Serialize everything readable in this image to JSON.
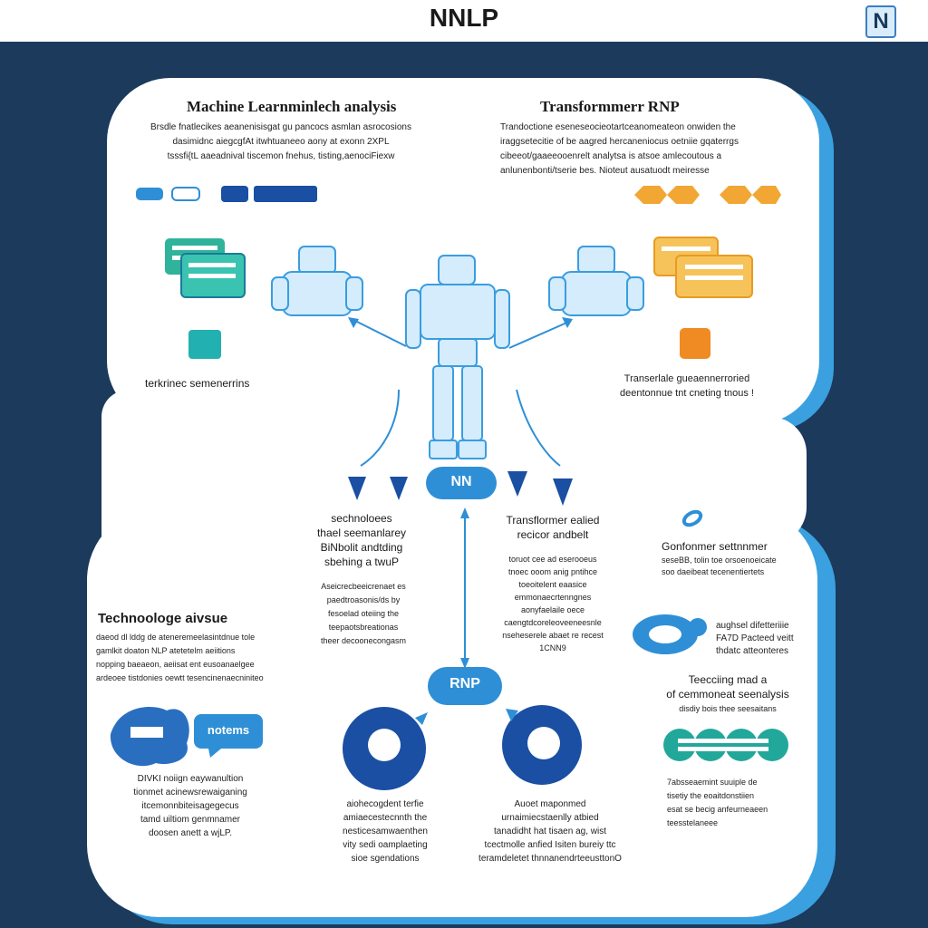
{
  "header": {
    "title": "NNLP",
    "logo_letter": "N"
  },
  "panels": {
    "top_left": {
      "heading": "Machine Learnminlech analysis",
      "lines": [
        "Brsdle fnatlecikes aeanenisisgat gu pancocs asmlan asrocosions",
        "dasimidnc aiegcgfAt itwhtuaneeo aony at exonn 2XPL",
        "tsssfi{tL aaeadnival tiscemon fnehus, tisting,aenociFiexw"
      ],
      "caption": "terkrinec semenerrins"
    },
    "top_right": {
      "heading": "Transformmerr RNP",
      "lines": [
        "Trandoctione eseneseocieotartceanomeateon onwiden the",
        "iraggsetecitie of be aagred hercaneniocus oetniie gqaterrgs",
        "cibeeot/gaaeeooenrelt analytsa is atsoe amlecoutous a",
        "anlunenbonti/tserie bes. Nioteut ausatuodt meiresse"
      ],
      "caption_lines": [
        "Transerlale gueaennerroried",
        "deentonnue tnt cneting tnous !"
      ]
    },
    "mid_left": {
      "heading_lines": [
        "sechnoloees",
        "thael seemanlarey",
        "BiNbolit andtding",
        "sbehing a twuP"
      ],
      "body_lines": [
        "Aseicrecbeeicrenaet es",
        "paedtroasonis/ds by",
        "fesoelad oteiing the",
        "teepaotsbreationas",
        "theer decoonecongasm"
      ]
    },
    "mid_center": {
      "heading_lines": [
        "Transflormer ealied",
        "recicor andbelt"
      ],
      "body_lines": [
        "toruot cee ad eserooeus",
        "tnoec ooom anig pntihce",
        "toeoitelent eaasice",
        "emmonaecrtenngnes",
        "aonyfaelaile oece",
        "caengtdcoreleoveeneesnle",
        "nseheserele abaet re recest",
        "1CNN9"
      ]
    },
    "mid_right": {
      "heading": "Gonfonmer settnnmer",
      "lines": [
        "seseBB, tolin toe orsoenoeicate",
        "soo daeibeat tecenentiertets"
      ]
    },
    "bottom_left": {
      "heading": "Technoologe aivsue",
      "lines": [
        "daeod dl lddg de ateneremeelasintdnue tole",
        "gamlkit doaton NLP atetetelm aeiitions",
        "nopping baeaeon, aeiisat ent eusoanaelgee",
        "ardeoee tistdonies oewtt tesencinenaecniniteo"
      ],
      "bubble": "notems",
      "body_lines": [
        "DIVKI noiign eaywanultion",
        "tionmet acinewsrewaiganing",
        "itcemonnbiteisagegecus",
        "tamd uiltiom genmnamer",
        "doosen anett a wjLP."
      ]
    },
    "bottom_center_left": {
      "lines": [
        "aiohecogdent terfie",
        "amiaecestecnnth the",
        "nesticesamwaenthen",
        "vity sedi oamplaeting",
        "sioe sgendations"
      ]
    },
    "bottom_center_right": {
      "lines": [
        "Auoet maponmed",
        "urnaimiecstaenlly atbied",
        "tanadidht hat tisaen ag, wist",
        "tcectmolle anfied Isiten bureiy ttc",
        "teramdeletet thnnanendrteeusttonO"
      ]
    },
    "bottom_right": {
      "side_lines": [
        "aughsel difetteriiie",
        "FA7D Pacteed veitt",
        "thdatc atteonteres"
      ],
      "heading_lines": [
        "Teecciing mad a",
        "of cemmoneat seenalysis"
      ],
      "sub": "disdiy bois thee seesaitans",
      "body_lines": [
        "7absseaemint suuiple de",
        "tisetiy the eoaitdonstiien",
        "esat se becig anfeurneaeen",
        "teesstelaneee"
      ]
    }
  },
  "nodes": {
    "top_pill": "NN",
    "bottom_pill": "RNP"
  },
  "colors": {
    "navy": "#1b3a5c",
    "blue": "#2f8fd6",
    "deep_blue": "#1a4fa3",
    "teal": "#2fb39b",
    "orange": "#f2a634",
    "panel": "#ffffff"
  }
}
